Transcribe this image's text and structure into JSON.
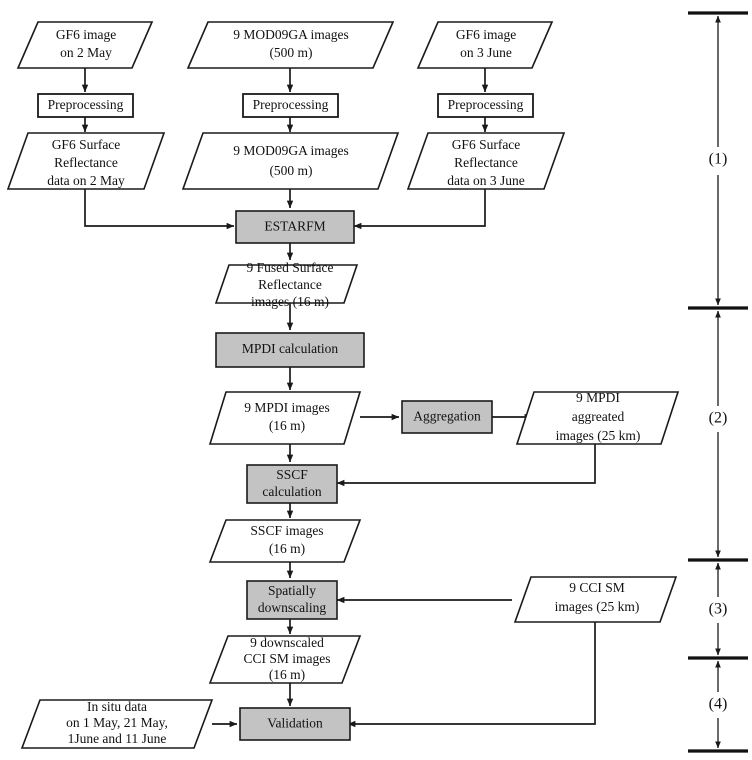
{
  "diagram": {
    "title": "Soil moisture downscaling workflow flowchart",
    "colors": {
      "process_fill": "#c3c3c3",
      "data_fill": "#ffffff",
      "stroke": "#1a1a1a"
    },
    "nodes": [
      {
        "id": "gf6-2may",
        "type": "data",
        "lines": [
          "GF6 image",
          "on 2 May"
        ]
      },
      {
        "id": "mod09ga-input",
        "type": "data",
        "lines": [
          "9 MOD09GA images",
          "(500 m)"
        ]
      },
      {
        "id": "gf6-3june",
        "type": "data",
        "lines": [
          "GF6 image",
          "on 3 June"
        ]
      },
      {
        "id": "preprocessing-left",
        "type": "plain",
        "lines": [
          "Preprocessing"
        ]
      },
      {
        "id": "preprocessing-mid",
        "type": "plain",
        "lines": [
          "Preprocessing"
        ]
      },
      {
        "id": "preprocessing-right",
        "type": "plain",
        "lines": [
          "Preprocessing"
        ]
      },
      {
        "id": "gf6-sr-2may",
        "type": "data",
        "lines": [
          "GF6 Surface",
          "Reflectance",
          "data on 2 May"
        ]
      },
      {
        "id": "mod09ga-out",
        "type": "data",
        "lines": [
          "9 MOD09GA images",
          "(500 m)"
        ]
      },
      {
        "id": "gf6-sr-3june",
        "type": "data",
        "lines": [
          "GF6 Surface",
          "Reflectance",
          "data on 3 June"
        ]
      },
      {
        "id": "estarfm",
        "type": "process",
        "lines": [
          "ESTARFM"
        ]
      },
      {
        "id": "fused-surface-reflectance",
        "type": "data",
        "lines": [
          "9 Fused Surface",
          "Reflectance",
          "images (16 m)"
        ]
      },
      {
        "id": "mpdi-calculation",
        "type": "process",
        "lines": [
          "MPDI calculation"
        ]
      },
      {
        "id": "mpdi-images",
        "type": "data",
        "lines": [
          "9 MPDI images",
          "(16 m)"
        ]
      },
      {
        "id": "aggregation",
        "type": "process",
        "lines": [
          "Aggregation"
        ]
      },
      {
        "id": "mpdi-aggregated",
        "type": "data",
        "lines": [
          "9 MPDI",
          "aggreated",
          "images (25 km)"
        ]
      },
      {
        "id": "sscf-calculation",
        "type": "process",
        "lines": [
          "SSCF",
          "calculation"
        ]
      },
      {
        "id": "sscf-images",
        "type": "data",
        "lines": [
          "SSCF images",
          "(16 m)"
        ]
      },
      {
        "id": "spatially-downscaling",
        "type": "process",
        "lines": [
          "Spatially",
          "downscaling"
        ]
      },
      {
        "id": "cci-sm-images",
        "type": "data",
        "lines": [
          "9 CCI SM",
          "images (25 km)"
        ]
      },
      {
        "id": "downscaled-cci-sm",
        "type": "data",
        "lines": [
          "9 downscaled",
          "CCI SM images",
          "(16 m)"
        ]
      },
      {
        "id": "in-situ-data",
        "type": "data",
        "lines": [
          "In situ data",
          "on 1 May, 21 May,",
          "1June and 11 June"
        ]
      },
      {
        "id": "validation",
        "type": "process",
        "lines": [
          "Validation"
        ]
      }
    ],
    "stage_brackets": [
      {
        "id": "stage-1",
        "label": "(1)"
      },
      {
        "id": "stage-2",
        "label": "(2)"
      },
      {
        "id": "stage-3",
        "label": "(3)"
      },
      {
        "id": "stage-4",
        "label": "(4)"
      }
    ]
  }
}
